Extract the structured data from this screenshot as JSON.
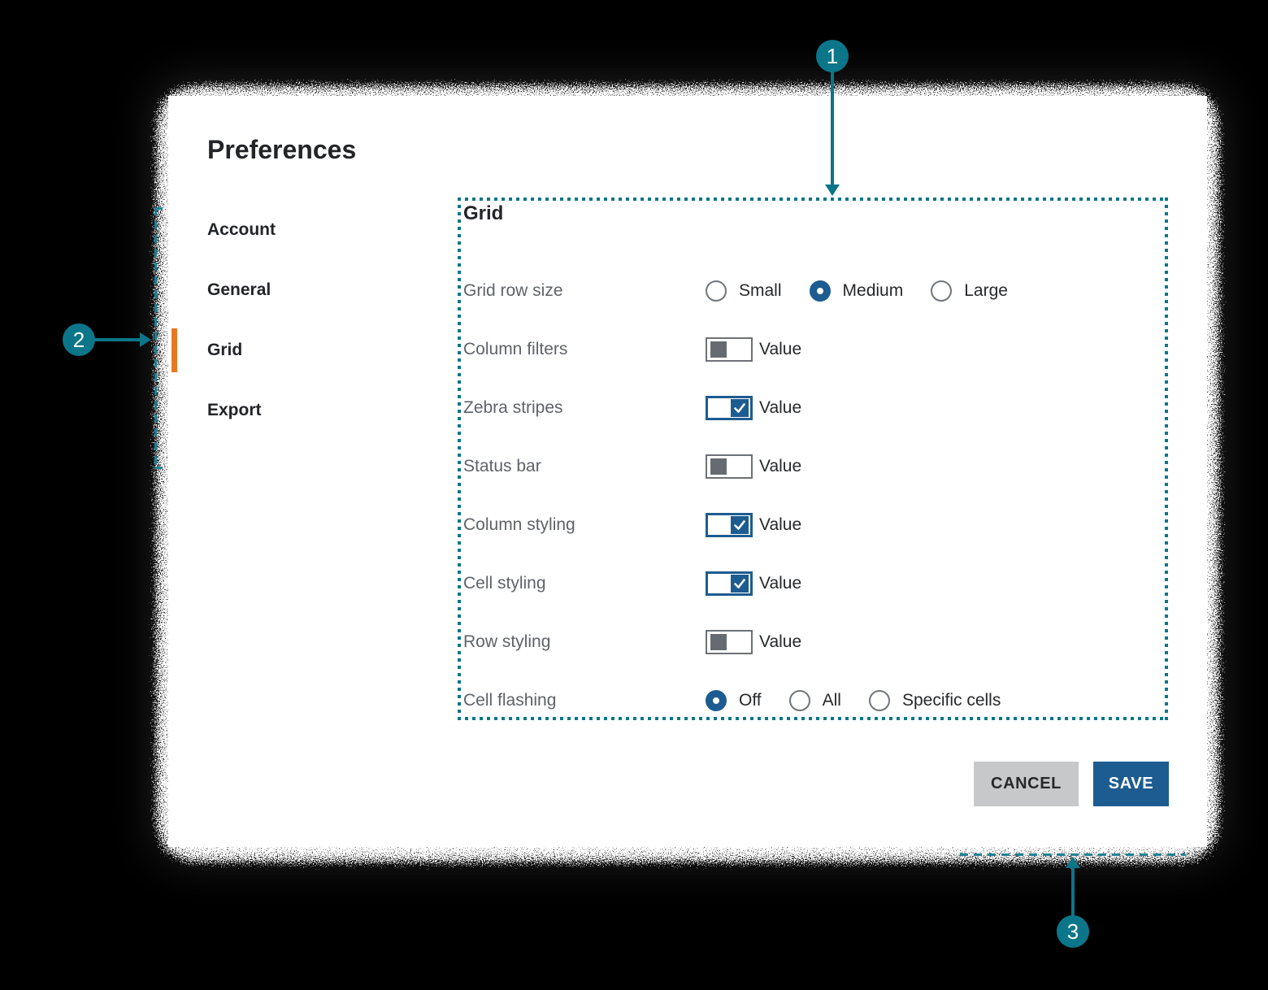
{
  "title": "Preferences",
  "annotations": {
    "markers": [
      "1",
      "2",
      "3"
    ]
  },
  "sidebar": {
    "items": [
      {
        "label": "Account",
        "active": false
      },
      {
        "label": "General",
        "active": false
      },
      {
        "label": "Grid",
        "active": true
      },
      {
        "label": "Export",
        "active": false
      }
    ]
  },
  "panel": {
    "heading": "Grid",
    "rows": [
      {
        "label": "Grid row size",
        "type": "radio-group",
        "options": [
          {
            "label": "Small",
            "selected": false
          },
          {
            "label": "Medium",
            "selected": true
          },
          {
            "label": "Large",
            "selected": false
          }
        ]
      },
      {
        "label": "Column filters",
        "type": "toggle",
        "checked": false,
        "value_label": "Value"
      },
      {
        "label": "Zebra stripes",
        "type": "toggle",
        "checked": true,
        "value_label": "Value"
      },
      {
        "label": "Status bar",
        "type": "toggle",
        "checked": false,
        "value_label": "Value"
      },
      {
        "label": "Column styling",
        "type": "toggle",
        "checked": true,
        "value_label": "Value"
      },
      {
        "label": "Cell styling",
        "type": "toggle",
        "checked": true,
        "value_label": "Value"
      },
      {
        "label": "Row styling",
        "type": "toggle",
        "checked": false,
        "value_label": "Value"
      },
      {
        "label": "Cell flashing",
        "type": "radio-group",
        "options": [
          {
            "label": "Off",
            "selected": true
          },
          {
            "label": "All",
            "selected": false
          },
          {
            "label": "Specific cells",
            "selected": false
          }
        ]
      }
    ]
  },
  "footer": {
    "cancel_label": "CANCEL",
    "save_label": "SAVE"
  },
  "colors": {
    "accent_teal": "#0b7689",
    "accent_blue": "#1d5c90",
    "active_orange": "#e87722",
    "cancel_gray": "#c6c8ca"
  }
}
